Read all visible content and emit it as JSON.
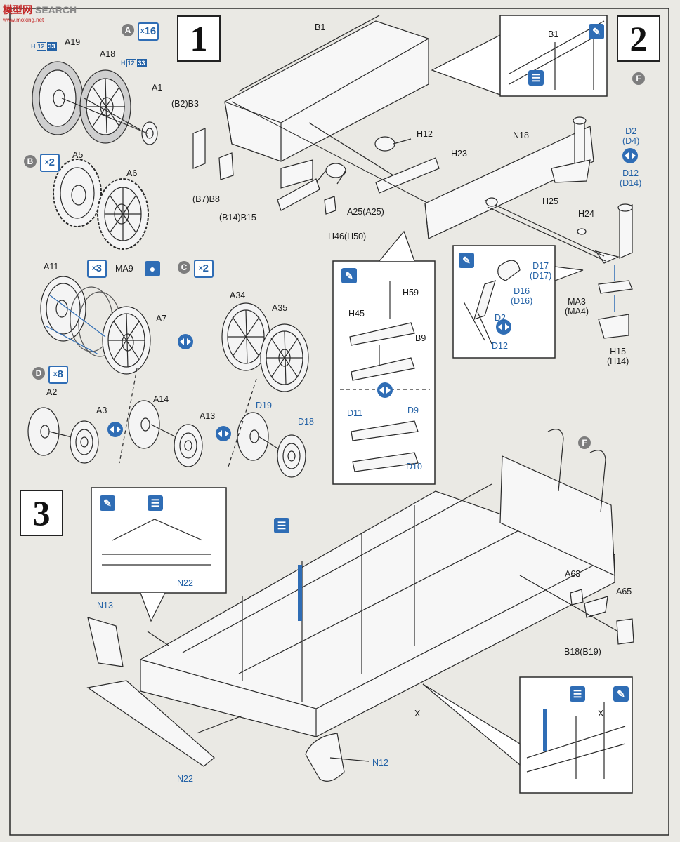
{
  "watermark": {
    "brand": "模型网",
    "search": "SEARCH",
    "url": "www.moxing.net"
  },
  "steps": {
    "s1": "1",
    "s2": "2",
    "s3": "3"
  },
  "groups": {
    "a": {
      "letter": "A",
      "qty": "16"
    },
    "b": {
      "letter": "B",
      "qty": "2"
    },
    "c": {
      "letter": "C",
      "qty": "2"
    },
    "d": {
      "letter": "D",
      "qty": "8"
    },
    "a11_qty": "3",
    "f_letter": "F"
  },
  "hmarks": {
    "h": "H",
    "n1": "12",
    "n2": "33"
  },
  "labels": {
    "A19": "A19",
    "A18": "A18",
    "A1": "A1",
    "A5": "A5",
    "A6": "A6",
    "A11": "A11",
    "MA9": "MA9",
    "A7": "A7",
    "A34": "A34",
    "A35": "A35",
    "A2": "A2",
    "A3": "A3",
    "A14": "A14",
    "A13": "A13",
    "D19": "D19",
    "D18": "D18",
    "B1": "B1",
    "B2B3": "(B2)B3",
    "B7B8": "(B7)B8",
    "B14B15": "(B14)B15",
    "A25": "A25(A25)",
    "H46": "H46(H50)",
    "H12": "H12",
    "H23": "H23",
    "B1_inset": "B1",
    "N18": "N18",
    "D2D4": "D2\n(D4)",
    "D12D14": "D12\n(D14)",
    "H25": "H25",
    "H24": "H24",
    "MA3": "MA3\n(MA4)",
    "H15": "H15\n(H14)",
    "H59": "H59",
    "H45": "H45",
    "B9": "B9",
    "D11": "D11",
    "D9": "D9",
    "D10": "D10",
    "D17": "D17\n(D17)",
    "D16": "D16\n(D16)",
    "D2b": "D2",
    "D12b": "D12",
    "N22_inset": "N22",
    "N13": "N13",
    "N22": "N22",
    "N12": "N12",
    "X": "X",
    "A63": "A63",
    "A65": "A65",
    "B18": "B18(B19)",
    "X_inset": "X"
  },
  "colors": {
    "accent": "#2f6db5",
    "ink": "#2a2a2a",
    "paper": "#eae9e4"
  }
}
